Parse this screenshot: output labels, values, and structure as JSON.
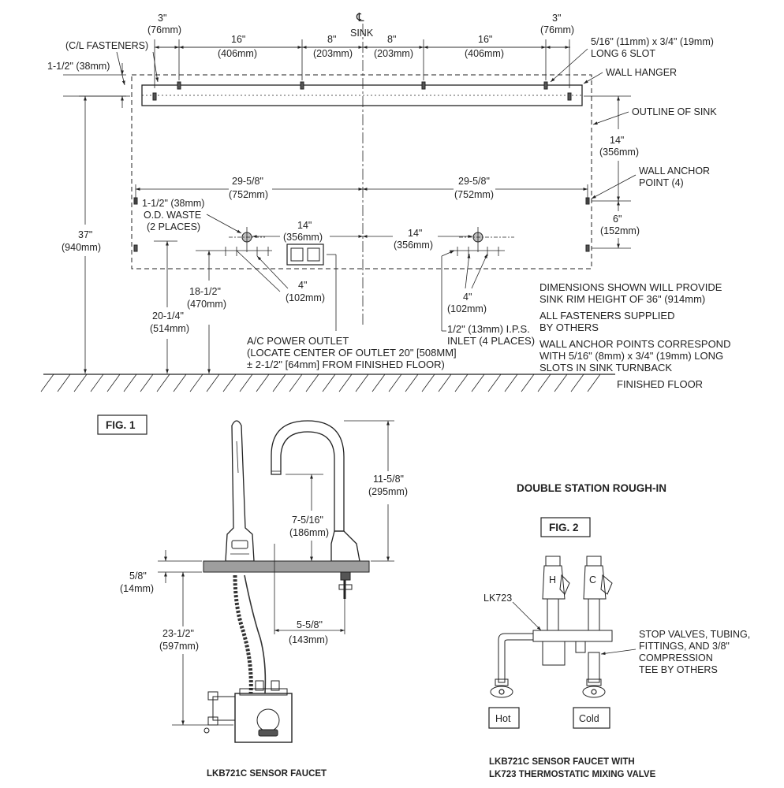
{
  "fig1": {
    "centerline_symbol": "℄",
    "centerline_label": "SINK",
    "dims_top": [
      "3\"",
      "(76mm)",
      "16\"",
      "(406mm)",
      "8\"",
      "(203mm)",
      "8\"",
      "(203mm)",
      "16\"",
      "(406mm)",
      "3\"",
      "(76mm)"
    ],
    "cl_fasteners": "(C/L FASTENERS)",
    "dim_hanger_1": "1-1/2\" (38mm)",
    "slot_line1": "5/16\" (11mm) x 3/4\" (19mm)",
    "slot_line2": "LONG 6 SLOT",
    "wall_hanger": "WALL HANGER",
    "outline_of_sink": "OUTLINE OF SINK",
    "dim_14a": "14\"",
    "dim_14a_mm": "(356mm)",
    "wall_anchor_1": "WALL ANCHOR",
    "wall_anchor_2": "POINT (4)",
    "dim_6": "6\"",
    "dim_6_mm": "(152mm)",
    "dim_37": "37\"",
    "dim_37_mm": "(940mm)",
    "dim_2958_l": "29-5/8\"",
    "dim_2958_l_mm": "(752mm)",
    "dim_2958_r": "29-5/8\"",
    "dim_2958_r_mm": "(752mm)",
    "waste_1": "1-1/2\" (38mm)",
    "waste_2": "O.D. WASTE",
    "waste_3": "(2 PLACES)",
    "dim_14b": "14\"",
    "dim_14b_mm": "(356mm)",
    "dim_14c": "14\"",
    "dim_14c_mm": "(356mm)",
    "dim_4l": "4\"",
    "dim_4l_mm": "(102mm)",
    "dim_4r": "4\"",
    "dim_4r_mm": "(102mm)",
    "dim_1812": "18-1/2\"",
    "dim_1812_mm": "(470mm)",
    "dim_2014": "20-1/4\"",
    "dim_2014_mm": "(514mm)",
    "ac_1": "A/C POWER OUTLET",
    "ac_2": "(LOCATE CENTER OF OUTLET 20\" [508MM]",
    "ac_3": "± 2-1/2\" [64mm] FROM FINISHED FLOOR)",
    "inlet_1": "1/2\" (13mm) I.P.S.",
    "inlet_2": "INLET (4 PLACES)",
    "note_1a": "DIMENSIONS SHOWN WILL PROVIDE",
    "note_1b": "SINK RIM HEIGHT OF 36\" (914mm)",
    "note_2a": "ALL FASTENERS SUPPLIED",
    "note_2b": "BY OTHERS",
    "note_3a": "WALL ANCHOR POINTS CORRESPOND",
    "note_3b": "WITH 5/16\" (8mm) x 3/4\" (19mm) LONG",
    "note_3c": "SLOTS IN SINK TURNBACK",
    "finished_floor": "FINISHED FLOOR",
    "fig_label": "FIG. 1"
  },
  "faucet": {
    "dim_1158": "11-5/8\"",
    "dim_1158_mm": "(295mm)",
    "dim_7516": "7-5/16\"",
    "dim_7516_mm": "(186mm)",
    "dim_58": "5/8\"",
    "dim_58_mm": "(14mm)",
    "dim_2312": "23-1/2\"",
    "dim_2312_mm": "(597mm)",
    "dim_558": "5-5/8\"",
    "dim_558_mm": "(143mm)",
    "caption": "LKB721C SENSOR FAUCET"
  },
  "fig2": {
    "title": "DOUBLE STATION ROUGH-IN",
    "fig_label": "FIG. 2",
    "lk723": "LK723",
    "h": "H",
    "c": "C",
    "stop_1": "STOP VALVES, TUBING,",
    "stop_2": "FITTINGS, AND 3/8\"",
    "stop_3": "COMPRESSION",
    "stop_4": "TEE BY OTHERS",
    "hot": "Hot",
    "cold": "Cold",
    "caption_1": "LKB721C SENSOR FAUCET WITH",
    "caption_2": "LK723 THERMOSTATIC MIXING VALVE"
  }
}
